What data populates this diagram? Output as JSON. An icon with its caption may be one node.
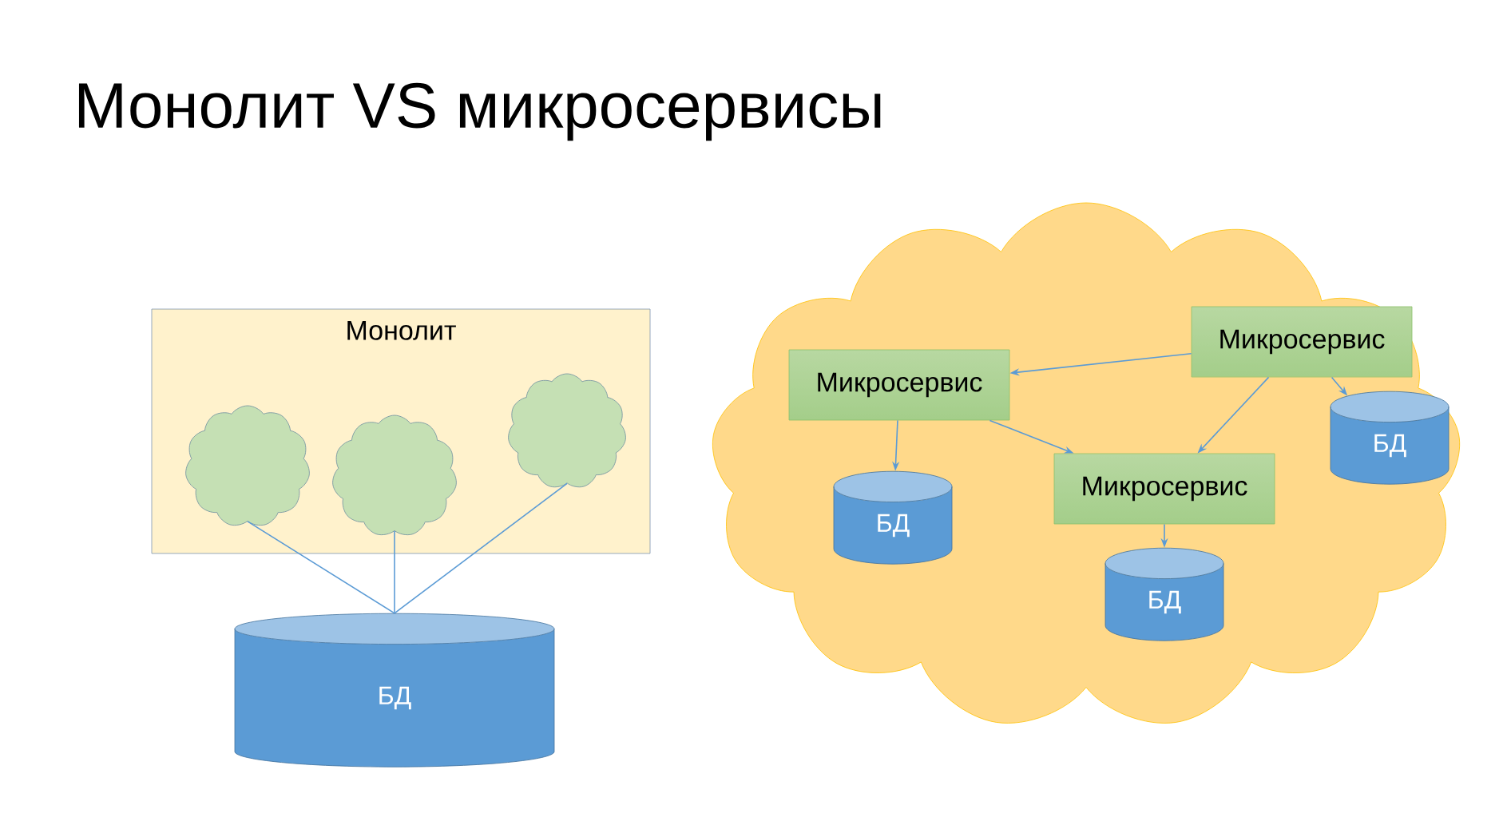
{
  "diagram": {
    "title": "Монолит VS микросервисы",
    "nodes": [
      {
        "text": [
          "Монолит"
        ]
      },
      {
        "text": [],
        "shape": "cloud",
        "in": 0
      },
      {
        "text": [],
        "shape": "cloud",
        "in": 0
      },
      {
        "text": [],
        "shape": "cloud",
        "in": 0
      },
      {
        "text": [
          "БД"
        ]
      },
      {
        "text": [],
        "shape": "cloud"
      },
      {
        "text": [
          "Микросервис"
        ],
        "in": 5
      },
      {
        "text": [
          "Микросервис"
        ],
        "in": 5
      },
      {
        "text": [
          "Микросервис"
        ],
        "in": 5
      },
      {
        "text": [
          "БД"
        ],
        "in": 5
      },
      {
        "text": [
          "БД"
        ],
        "in": 5
      },
      {
        "text": [
          "БД"
        ],
        "in": 5
      }
    ],
    "edges": [
      {
        "from": 1,
        "to": 4,
        "arrow": "none"
      },
      {
        "from": 2,
        "to": 4,
        "arrow": "none"
      },
      {
        "from": 3,
        "to": 4,
        "arrow": "none"
      },
      {
        "from": 7,
        "to": 6,
        "arrow": "to"
      },
      {
        "from": 6,
        "to": 8,
        "arrow": "to"
      },
      {
        "from": 7,
        "to": 8,
        "arrow": "to"
      },
      {
        "from": 6,
        "to": 9,
        "arrow": "to"
      },
      {
        "from": 8,
        "to": 10,
        "arrow": "to"
      },
      {
        "from": 7,
        "to": 11,
        "arrow": "to"
      }
    ]
  }
}
